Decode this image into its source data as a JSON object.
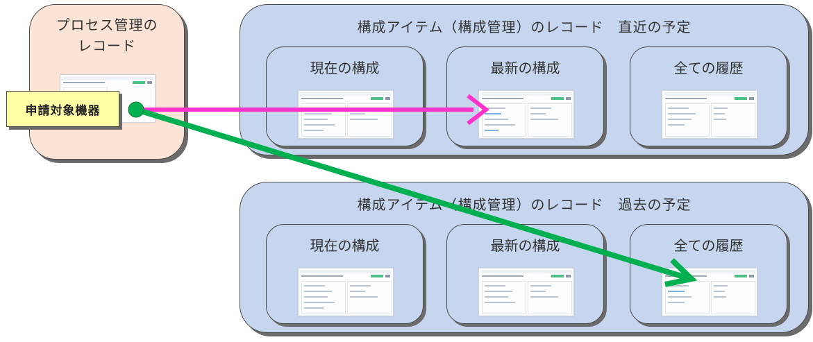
{
  "process_box": {
    "title": "プロセス管理の\nレコード"
  },
  "tag_label": "申請対象機器",
  "groups": [
    {
      "title": "構成アイテム（構成管理）のレコード　直近の予定",
      "boxes": [
        "現在の構成",
        "最新の構成",
        "全ての履歴"
      ]
    },
    {
      "title": "構成アイテム（構成管理）のレコード　過去の予定",
      "boxes": [
        "現在の構成",
        "最新の構成",
        "全ての履歴"
      ]
    }
  ],
  "colors": {
    "process_fill": "#fbe4d5",
    "ci_fill": "#c6d6ee",
    "tag_fill": "#ffffa6",
    "arrow_recent": "#ff33cc",
    "arrow_past": "#00b050",
    "dot": "#00b050"
  }
}
